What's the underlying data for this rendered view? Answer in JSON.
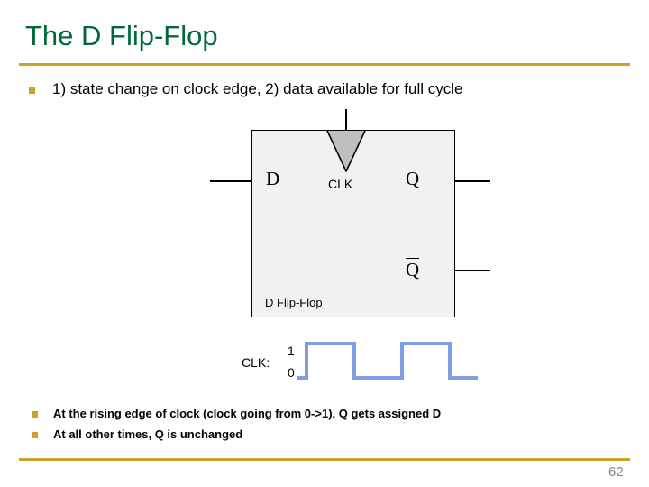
{
  "slide": {
    "title": "The D Flip-Flop",
    "page_number": "62",
    "accent_color": "#C9A227",
    "title_color": "#00693C",
    "bullet_color": "#C9A227",
    "waveform_color": "#819FE0",
    "box_fill_color": "#F1F1F1",
    "triangle_fill_color": "#BFBFBF"
  },
  "bullets": {
    "main": "1) state change on clock edge, 2) data available for full cycle",
    "rising_edge": "At the rising edge of clock (clock going from 0->1), Q gets assigned D",
    "other_times": "At all other times, Q is unchanged"
  },
  "diagram": {
    "name": "D Flip-Flop",
    "input_d": "D",
    "clock_pin": "CLK",
    "output_q": "Q",
    "output_qbar": "Q"
  },
  "waveform": {
    "label": "CLK:",
    "high_label": "1",
    "low_label": "0",
    "chart_data": {
      "type": "line",
      "title": "CLK",
      "x": [
        0,
        10,
        10,
        63,
        63,
        116,
        116,
        169,
        169,
        200
      ],
      "y": [
        0,
        0,
        1,
        1,
        0,
        0,
        1,
        1,
        0,
        0
      ],
      "ylim": [
        0,
        1
      ],
      "ytick_labels": [
        "0",
        "1"
      ],
      "grid": false,
      "legend": "none"
    }
  }
}
